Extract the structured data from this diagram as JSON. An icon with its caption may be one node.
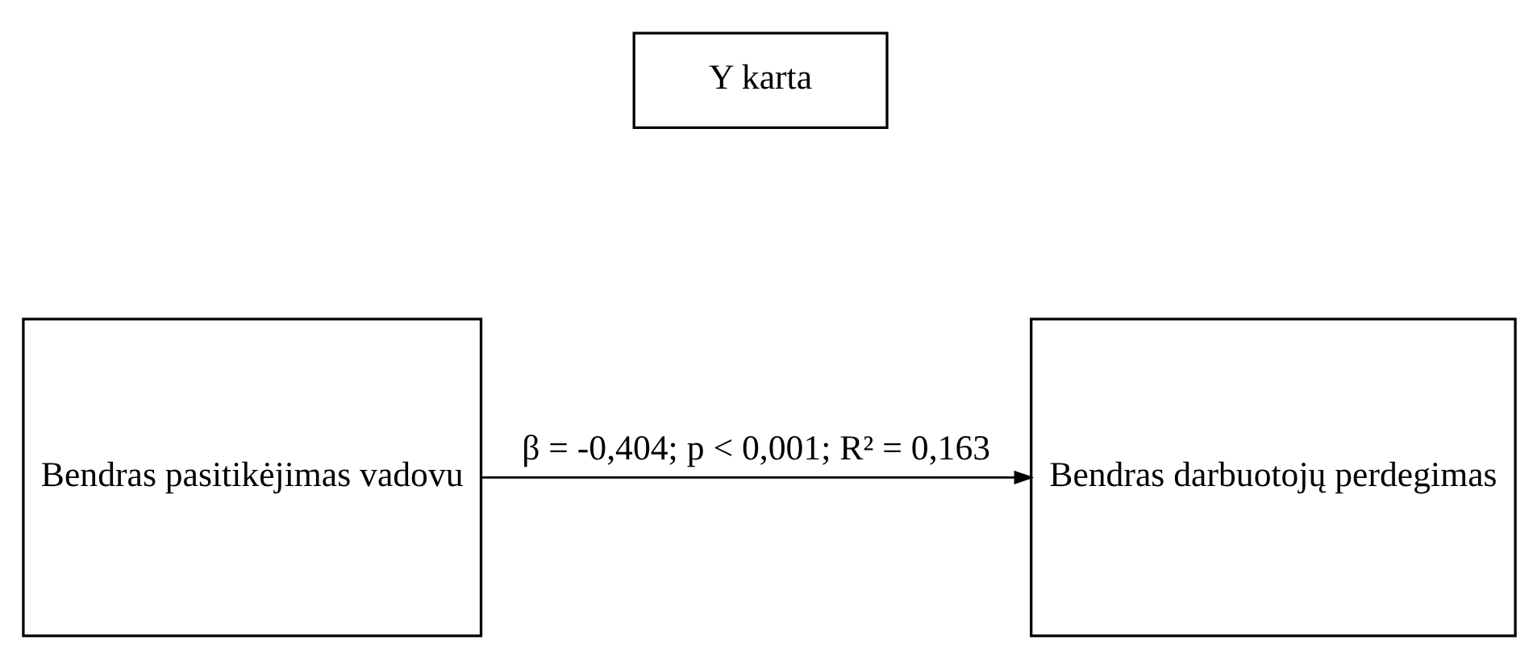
{
  "diagram": {
    "nodes": [
      {
        "text": [
          "Y karta"
        ]
      },
      {
        "text": [
          "Bendras pasitikėjimas vadovu"
        ]
      },
      {
        "text": [
          "Bendras darbuotojų perdegimas"
        ]
      }
    ],
    "edges": [
      {
        "from": 1,
        "to": 2,
        "arrow": "to",
        "label": "β = -0,404; p < 0,001; R² = 0,163"
      }
    ]
  }
}
